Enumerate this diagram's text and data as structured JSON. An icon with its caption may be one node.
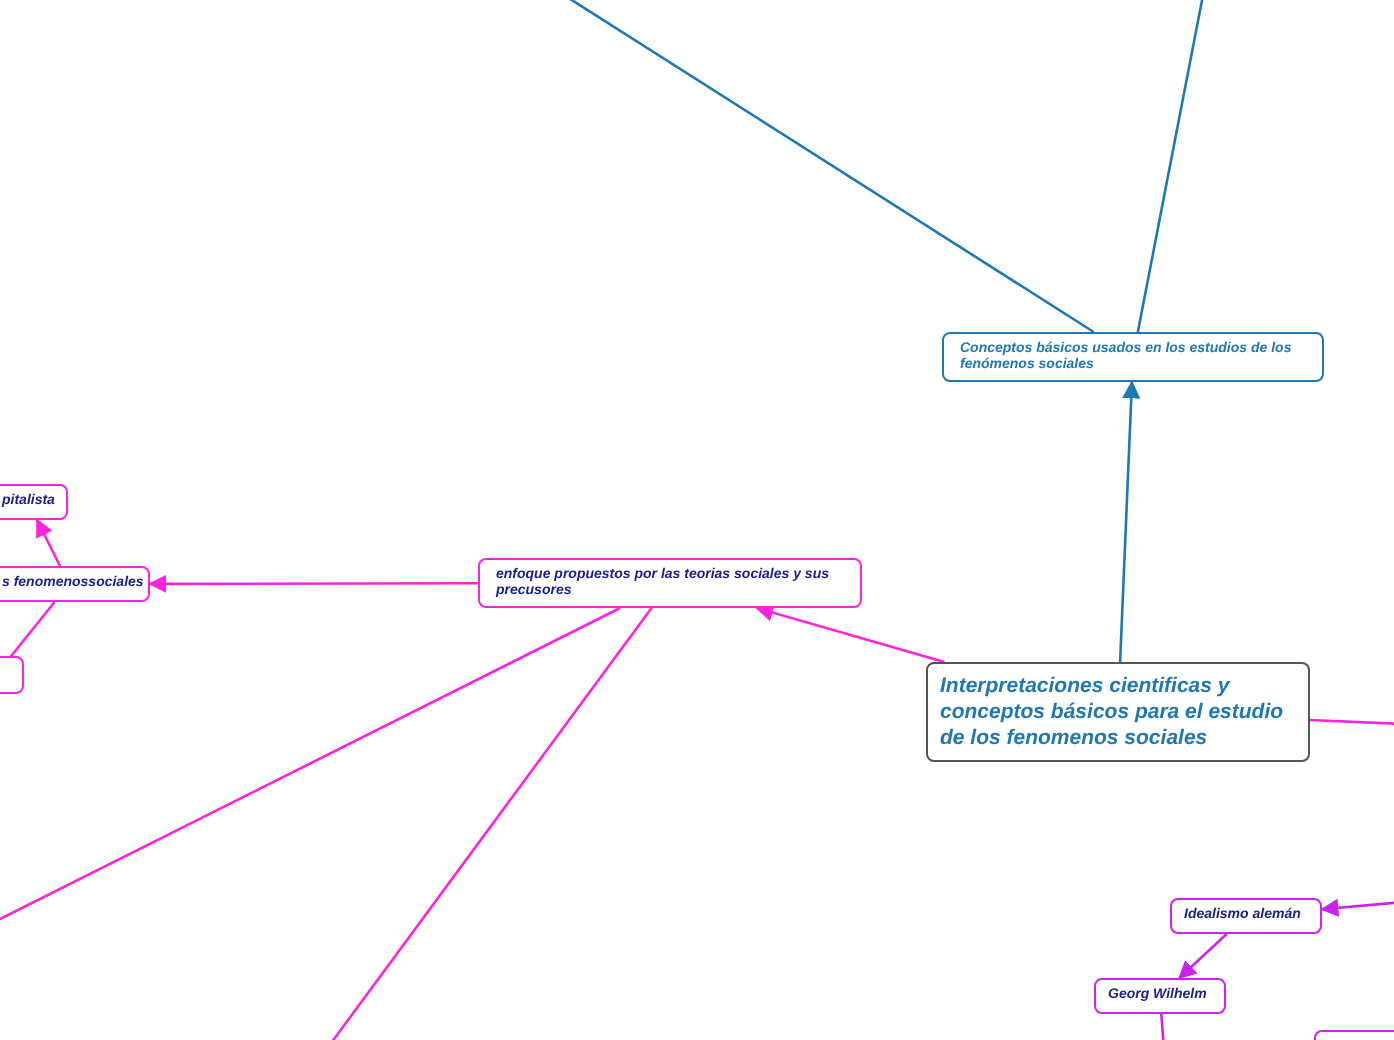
{
  "diagram": {
    "nodes": [
      {
        "text": [
          "Interpretaciones cientificas y conceptos básicos para el estudio de los fenomenos sociales"
        ]
      },
      {
        "text": [
          "Conceptos básicos usados en los estudios de los fenómenos sociales"
        ]
      },
      {
        "text": [
          "enfoque propuestos por las teorias sociales y sus precusores"
        ]
      },
      {
        "text": [
          "s fenomenossociales"
        ]
      },
      {
        "text": [
          "pitalista"
        ]
      },
      {
        "text": [],
        "shape": "box"
      },
      {
        "text": [
          "Idealismo alemán"
        ]
      },
      {
        "text": [
          "Georg Wilhelm"
        ]
      },
      {
        "text": [],
        "shape": "box"
      }
    ],
    "edges": [
      {
        "from": 0,
        "to": 1,
        "arrow": "to",
        "color": "#1f78b4"
      },
      {
        "from": 0,
        "to": 2,
        "arrow": "to"
      },
      {
        "from": 2,
        "to": 3,
        "arrow": "to"
      },
      {
        "from": 3,
        "to": 4,
        "arrow": "to"
      },
      {
        "from": 3,
        "to": 5,
        "arrow": "none"
      },
      {
        "from": 1,
        "to": null,
        "arrow": "none",
        "color": "#1f78b4"
      },
      {
        "from": 1,
        "to": null,
        "arrow": "none",
        "color": "#1f78b4"
      },
      {
        "from": 0,
        "to": null,
        "arrow": "none"
      },
      {
        "from": null,
        "to": 6,
        "arrow": "to",
        "color": "#cc22ee"
      },
      {
        "from": 6,
        "to": 7,
        "arrow": "to",
        "color": "#cc22ee"
      },
      {
        "from": 7,
        "to": null,
        "arrow": "none",
        "color": "#cc22ee"
      },
      {
        "from": 2,
        "to": null,
        "arrow": "none"
      },
      {
        "from": 2,
        "to": null,
        "arrow": "none"
      }
    ]
  }
}
